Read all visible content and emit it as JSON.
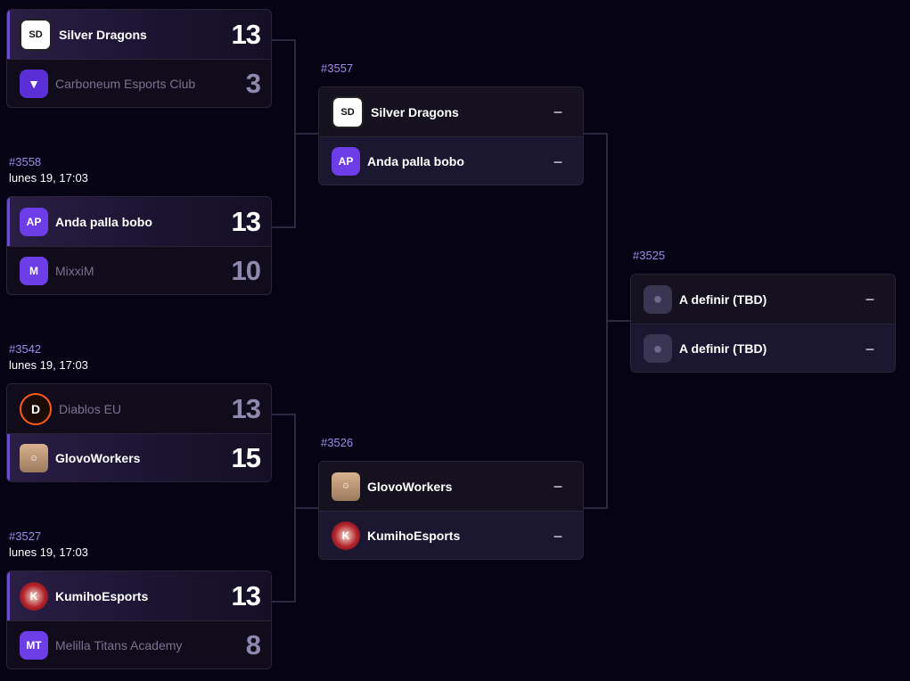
{
  "round1": [
    {
      "id": "",
      "date": "",
      "teams": [
        {
          "name": "Silver Dragons",
          "logo": "SD",
          "logo_icon": "silver-dragons-logo-icon",
          "score": "13",
          "result": "winner"
        },
        {
          "name": "Carboneum Esports Club",
          "logo": "▼",
          "logo_icon": "carboneum-logo-icon",
          "score": "3",
          "result": "loser"
        }
      ]
    },
    {
      "id": "#3558",
      "date": "lunes 19, 17:03",
      "teams": [
        {
          "name": "Anda palla bobo",
          "logo": "AP",
          "logo_icon": "initials-avatar-icon",
          "score": "13",
          "result": "winner"
        },
        {
          "name": "MixxiM",
          "logo": "M",
          "logo_icon": "initials-avatar-icon",
          "score": "10",
          "result": "loser"
        }
      ]
    },
    {
      "id": "#3542",
      "date": "lunes 19, 17:03",
      "teams": [
        {
          "name": "Diablos EU",
          "logo": "D",
          "logo_icon": "diablos-logo-icon",
          "score": "13",
          "result": "loser"
        },
        {
          "name": "GlovoWorkers",
          "logo": "☺",
          "logo_icon": "player-photo-icon",
          "score": "15",
          "result": "winner"
        }
      ]
    },
    {
      "id": "#3527",
      "date": "lunes 19, 17:03",
      "teams": [
        {
          "name": "KumihoEsports",
          "logo": "K",
          "logo_icon": "kumiho-logo-icon",
          "score": "13",
          "result": "winner"
        },
        {
          "name": "Melilla Titans Academy",
          "logo": "MT",
          "logo_icon": "initials-avatar-icon",
          "score": "8",
          "result": "loser"
        }
      ]
    }
  ],
  "round2": [
    {
      "id": "#3557",
      "teams": [
        {
          "name": "Silver Dragons",
          "logo": "SD",
          "score": "–"
        },
        {
          "name": "Anda palla bobo",
          "logo": "AP",
          "score": "–"
        }
      ]
    },
    {
      "id": "#3526",
      "teams": [
        {
          "name": "GlovoWorkers",
          "logo": "☺",
          "score": "–"
        },
        {
          "name": "KumihoEsports",
          "logo": "K",
          "score": "–"
        }
      ]
    }
  ],
  "final": {
    "id": "#3525",
    "teams": [
      {
        "name": "A definir (TBD)",
        "logo": "●",
        "score": "–"
      },
      {
        "name": "A definir (TBD)",
        "logo": "●",
        "score": "–"
      }
    ]
  },
  "colors": {
    "background": "#050314",
    "accent": "#6c4fc7",
    "match_id": "#a08ce6",
    "connector": "#3a3452"
  }
}
